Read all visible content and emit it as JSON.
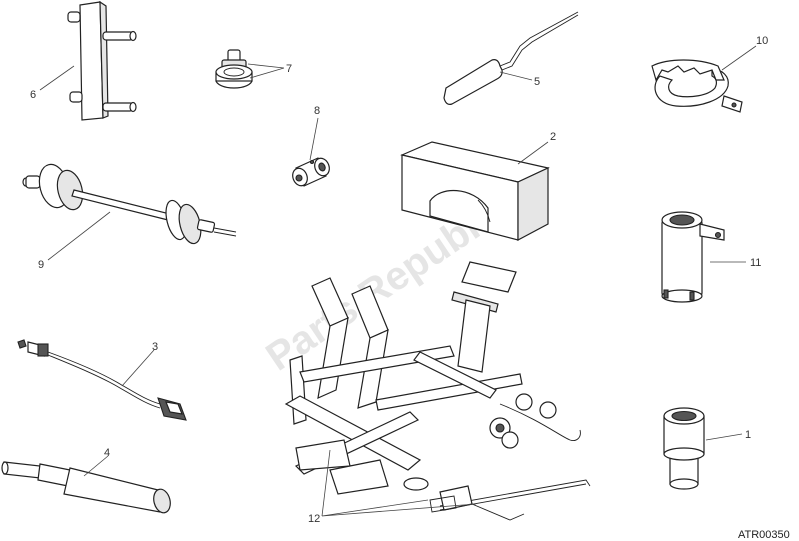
{
  "callouts": {
    "c1": "1",
    "c2": "2",
    "c3": "3",
    "c4": "4",
    "c5": "5",
    "c6": "6",
    "c7": "7",
    "c8": "8",
    "c9": "9",
    "c10": "10",
    "c11": "11",
    "c12": "12"
  },
  "diagram_code": "ATR00350",
  "watermark": "Parts Republik"
}
